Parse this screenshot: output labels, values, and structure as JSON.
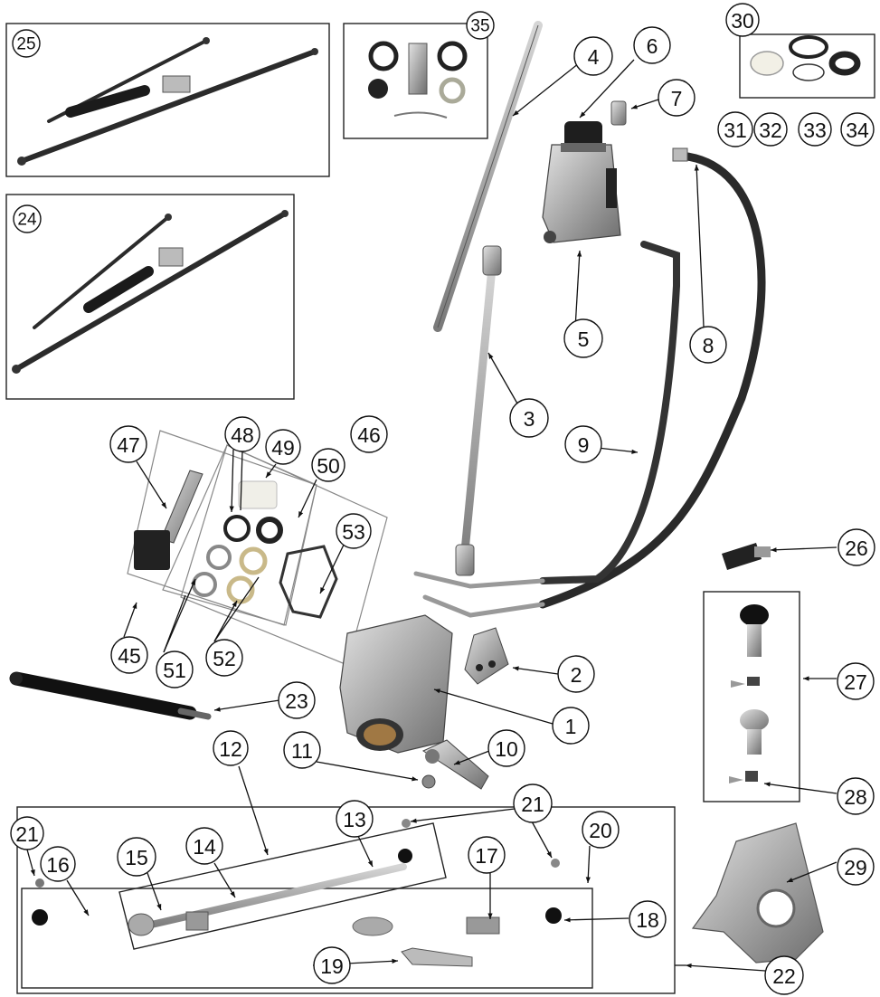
{
  "colors": {
    "line": "#1a1a1a",
    "frame": "#222222",
    "metal": "#9a9a9a",
    "metal_light": "#c8c8c8",
    "dark": "#2b2b2b",
    "hose": "#3a3a3a",
    "seal_yellow": "#d8c79a"
  },
  "callouts": [
    {
      "label": "25"
    },
    {
      "label": "24"
    },
    {
      "label": "35"
    },
    {
      "label": "4"
    },
    {
      "label": "6"
    },
    {
      "label": "7"
    },
    {
      "label": "30"
    },
    {
      "label": "31"
    },
    {
      "label": "32"
    },
    {
      "label": "33"
    },
    {
      "label": "34"
    },
    {
      "label": "5"
    },
    {
      "label": "8"
    },
    {
      "label": "3"
    },
    {
      "label": "9"
    },
    {
      "label": "47"
    },
    {
      "label": "48"
    },
    {
      "label": "49"
    },
    {
      "label": "50"
    },
    {
      "label": "46"
    },
    {
      "label": "53"
    },
    {
      "label": "26"
    },
    {
      "label": "27"
    },
    {
      "label": "45"
    },
    {
      "label": "51"
    },
    {
      "label": "52"
    },
    {
      "label": "2"
    },
    {
      "label": "23"
    },
    {
      "label": "1"
    },
    {
      "label": "12"
    },
    {
      "label": "11"
    },
    {
      "label": "10"
    },
    {
      "label": "28"
    },
    {
      "label": "21"
    },
    {
      "label": "13"
    },
    {
      "label": "21"
    },
    {
      "label": "20"
    },
    {
      "label": "16"
    },
    {
      "label": "15"
    },
    {
      "label": "14"
    },
    {
      "label": "17"
    },
    {
      "label": "29"
    },
    {
      "label": "18"
    },
    {
      "label": "19"
    },
    {
      "label": "22"
    }
  ]
}
